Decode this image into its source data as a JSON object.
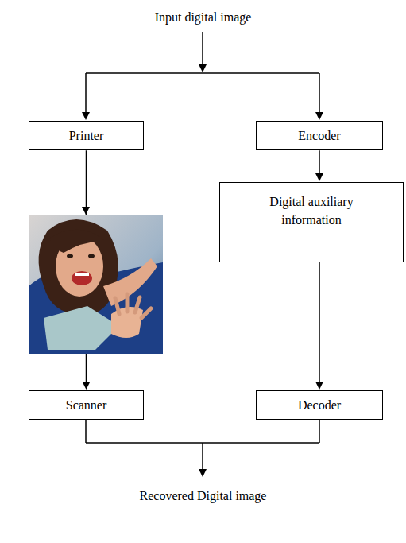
{
  "diagram": {
    "nodes": [
      {
        "text": [
          "Printer"
        ]
      },
      {
        "text": [
          "Encoder"
        ]
      },
      {
        "text": [
          "Digital auxiliary information"
        ]
      },
      {
        "text": [
          "Scanner"
        ]
      },
      {
        "text": [
          "Decoder"
        ]
      }
    ],
    "edges": [
      {
        "from": 0,
        "to": 3,
        "arrow": "to"
      },
      {
        "from": 1,
        "to": 2,
        "arrow": "to"
      },
      {
        "from": 2,
        "to": 4,
        "arrow": "to"
      }
    ],
    "labels": [
      "Input digital image",
      "Recovered Digital image"
    ]
  }
}
